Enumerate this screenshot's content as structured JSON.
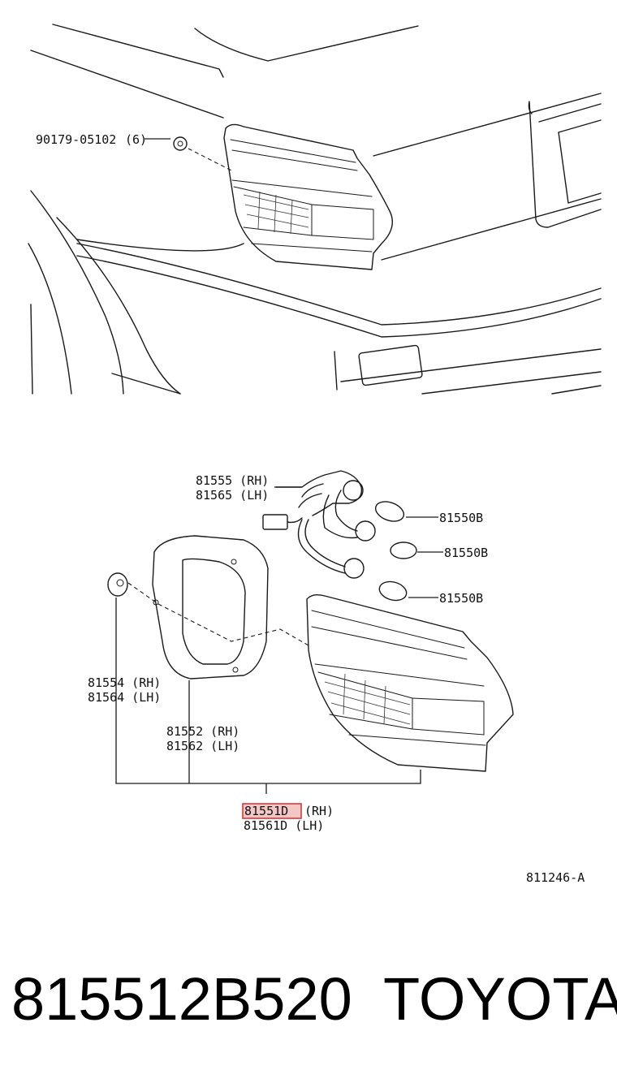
{
  "vehicle_part_callouts": {
    "clip": {
      "part_no": "90179-05102",
      "qty": "(6)"
    },
    "wiring_socket": {
      "rh": "81555 (RH)",
      "lh": "81565 (LH)"
    },
    "bulbs": [
      "81550B",
      "81550B",
      "81550B"
    ],
    "cover": {
      "rh": "81554 (RH)",
      "lh": "81564 (LH)"
    },
    "gasket": {
      "rh": "81552 (RH)",
      "lh": "81562 (LH)"
    },
    "lamp_assy": {
      "rh_part": "81551D",
      "rh_side": "(RH)",
      "lh": "81561D (LH)"
    },
    "figure_code": "811246-A"
  },
  "footer": {
    "part_number": "815512B520",
    "brand": "TOYOTA"
  },
  "colors": {
    "highlight_fill": "#f4c7c7",
    "highlight_stroke": "#d63a3a",
    "line": "#1a1a1a"
  }
}
